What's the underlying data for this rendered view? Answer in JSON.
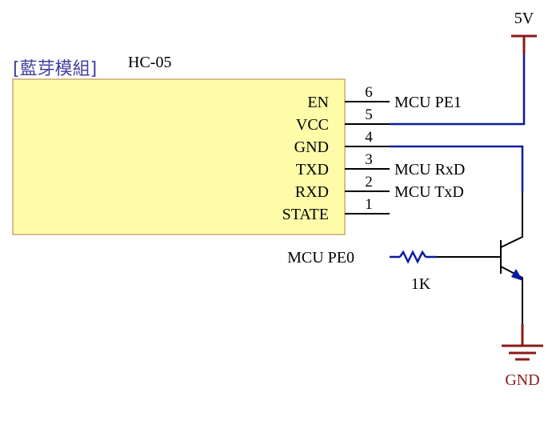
{
  "module": {
    "tag": "[藍芽模組]",
    "name": "HC-05",
    "fill_color": "#fefca8",
    "border_color": "#c9aa72",
    "pins": [
      {
        "number": "6",
        "name": "EN",
        "net": "MCU PE1"
      },
      {
        "number": "5",
        "name": "VCC",
        "net": ""
      },
      {
        "number": "4",
        "name": "GND",
        "net": ""
      },
      {
        "number": "3",
        "name": "TXD",
        "net": "MCU RxD"
      },
      {
        "number": "2",
        "name": "RXD",
        "net": "MCU TxD"
      },
      {
        "number": "1",
        "name": "STATE",
        "net": ""
      }
    ]
  },
  "power": {
    "label": "5V",
    "color": "#8b1a1a"
  },
  "ground": {
    "label": "GND",
    "color": "#8b1a1a"
  },
  "control": {
    "net": "MCU PE0"
  },
  "resistor": {
    "value": "1K"
  },
  "colors": {
    "wire": "#0a1aa0",
    "pin": "#000000",
    "tag": "#4040a0"
  }
}
